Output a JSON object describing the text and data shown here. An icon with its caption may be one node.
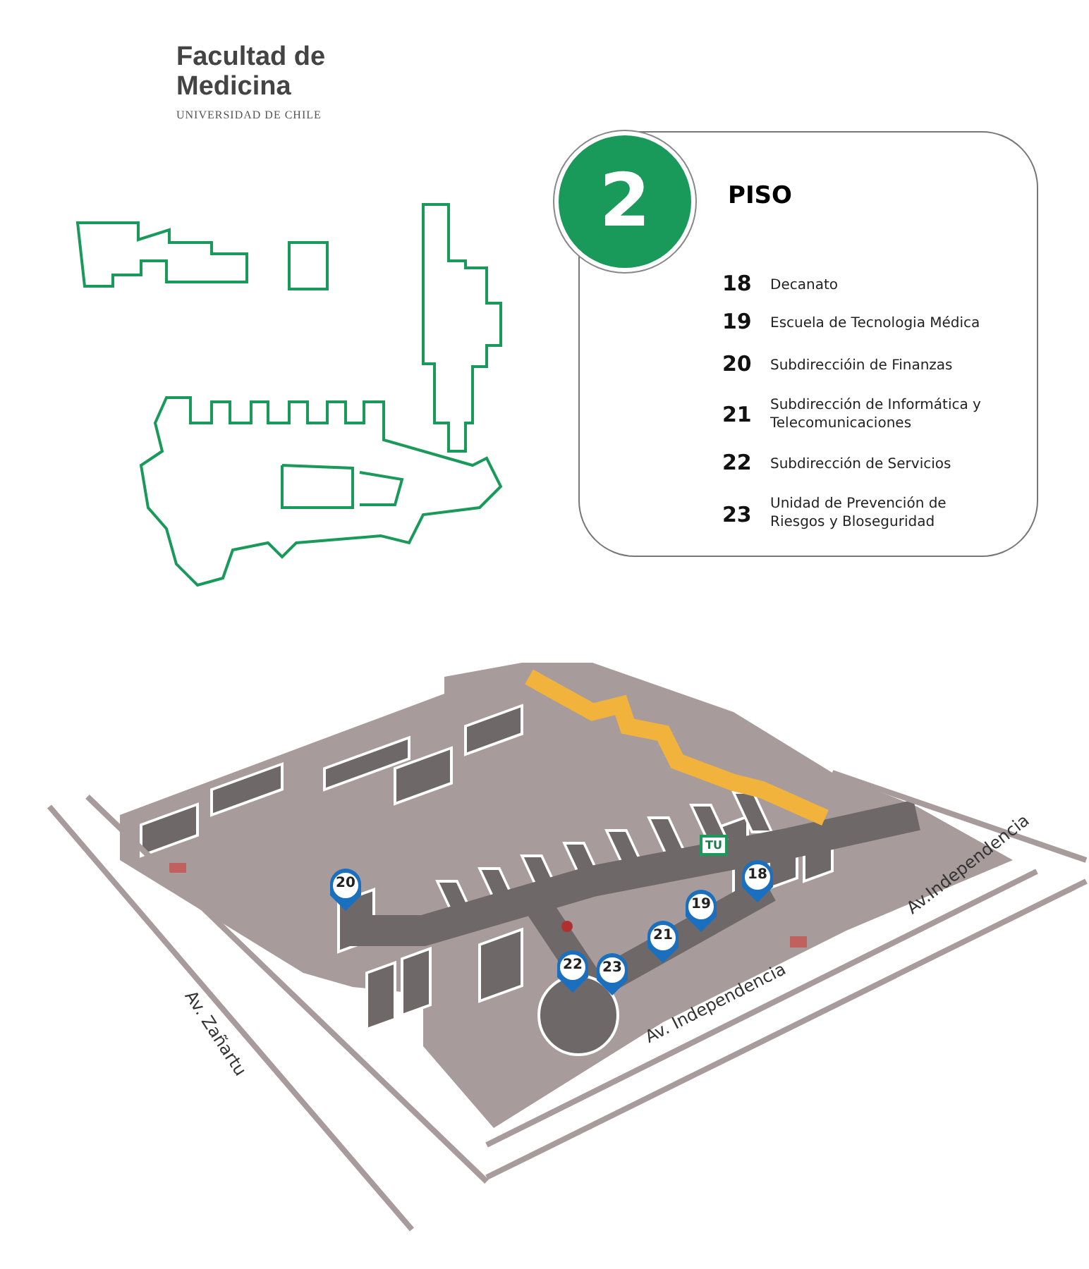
{
  "diagram": {
    "nodes": [
      {
        "text": [
          "2"
        ]
      },
      {
        "text": [
          "PISO"
        ]
      }
    ],
    "edges": [],
    "labels": [
      "Facultad de Medicina",
      "UNIVERSIDAD DE CHILE",
      "18",
      "Decanato",
      "19",
      "Escuela de Tecnologia Médica",
      "20",
      "Subdireccióin de Finanzas",
      "21",
      "Subdirección de Informática y Telecomunicaciones",
      "22",
      "Subdirección de Servicios",
      "23",
      "Unidad de Prevención de Riesgos y Bloseguridad",
      "TU",
      "20",
      "18",
      "19",
      "21",
      "22",
      "23",
      "Av.Independencia",
      "Av. Zañartu",
      "Av. Independencia"
    ]
  }
}
